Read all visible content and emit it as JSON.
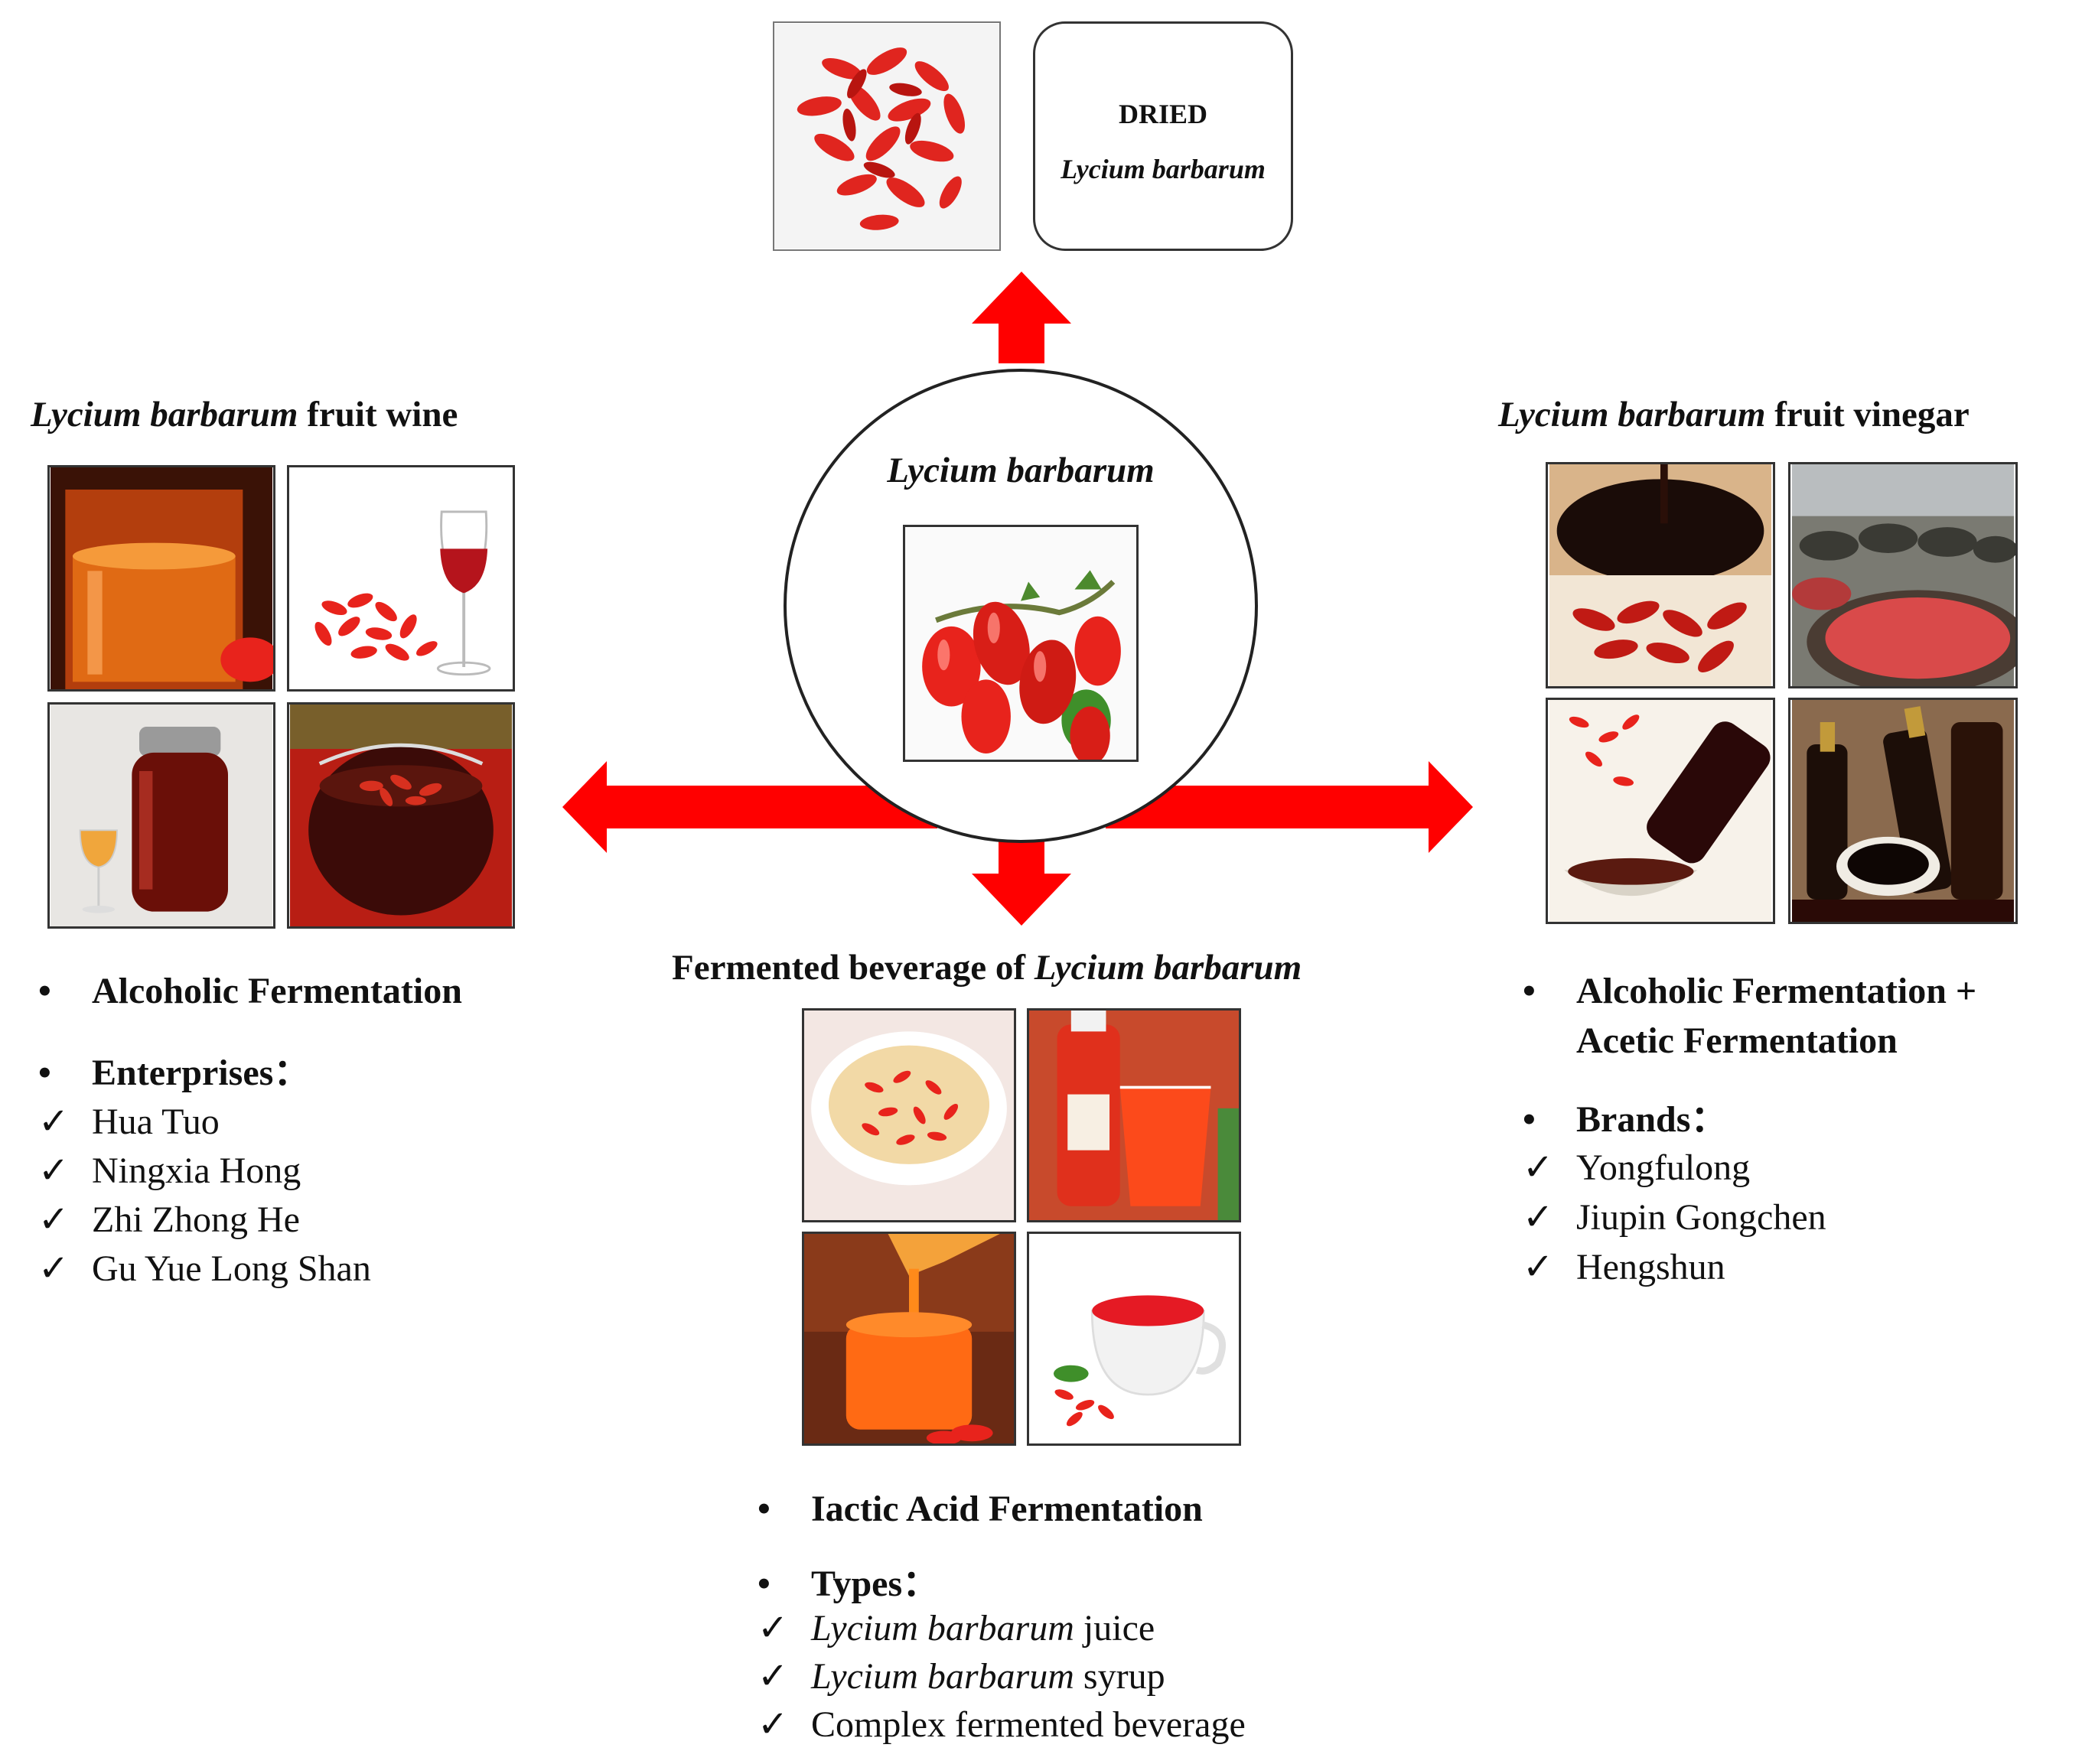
{
  "center": {
    "title": "Lycium barbarum",
    "image": "fresh-goji-berries-photo"
  },
  "dried": {
    "image": "dried-goji-pile-photo",
    "label_top": "DRIED",
    "label_bottom": "Lycium barbarum"
  },
  "wine": {
    "title_italic": "Lycium barbarum",
    "title_rest": " fruit wine",
    "images": [
      "glass-of-wine-photo",
      "wine-glass-and-berries-photo",
      "jar-infusion-photo",
      "berries-in-teapot-photo"
    ],
    "process": "Alcoholic Fermentation",
    "list_heading": "Enterprises：",
    "items": [
      "Hua Tuo",
      "Ningxia Hong",
      "Zhi Zhong He",
      "Gu Yue Long Shan"
    ]
  },
  "vinegar": {
    "title_italic": "Lycium barbarum",
    "title_rest": " fruit vinegar",
    "images": [
      "pouring-vinegar-photo",
      "fermentation-vats-photo",
      "bottle-pouring-photo",
      "vinegar-bottles-photo"
    ],
    "process_line1": "Alcoholic Fermentation +",
    "process_line2": "Acetic Fermentation",
    "list_heading": "Brands：",
    "items": [
      "Yongfulong",
      "Jiupin Gongchen",
      "Hengshun"
    ]
  },
  "beverage": {
    "title_rest": "Fermented beverage of ",
    "title_italic": "Lycium barbarum",
    "images": [
      "goji-soup-bowl-photo",
      "juice-glass-bottle-photo",
      "syrup-jar-photo",
      "red-tea-cup-photo"
    ],
    "process": "Iactic Acid Fermentation",
    "list_heading": "Types：",
    "items": [
      {
        "italic": "Lycium barbarum",
        "rest": " juice"
      },
      {
        "italic": "Lycium barbarum",
        "rest": " syrup"
      },
      {
        "italic": "",
        "rest": "Complex fermented beverage"
      }
    ]
  },
  "symbols": {
    "bullet": "•",
    "check": "✓"
  },
  "colors": {
    "arrow": "#ff0000",
    "goji": "#e8231c",
    "border": "#333333"
  }
}
